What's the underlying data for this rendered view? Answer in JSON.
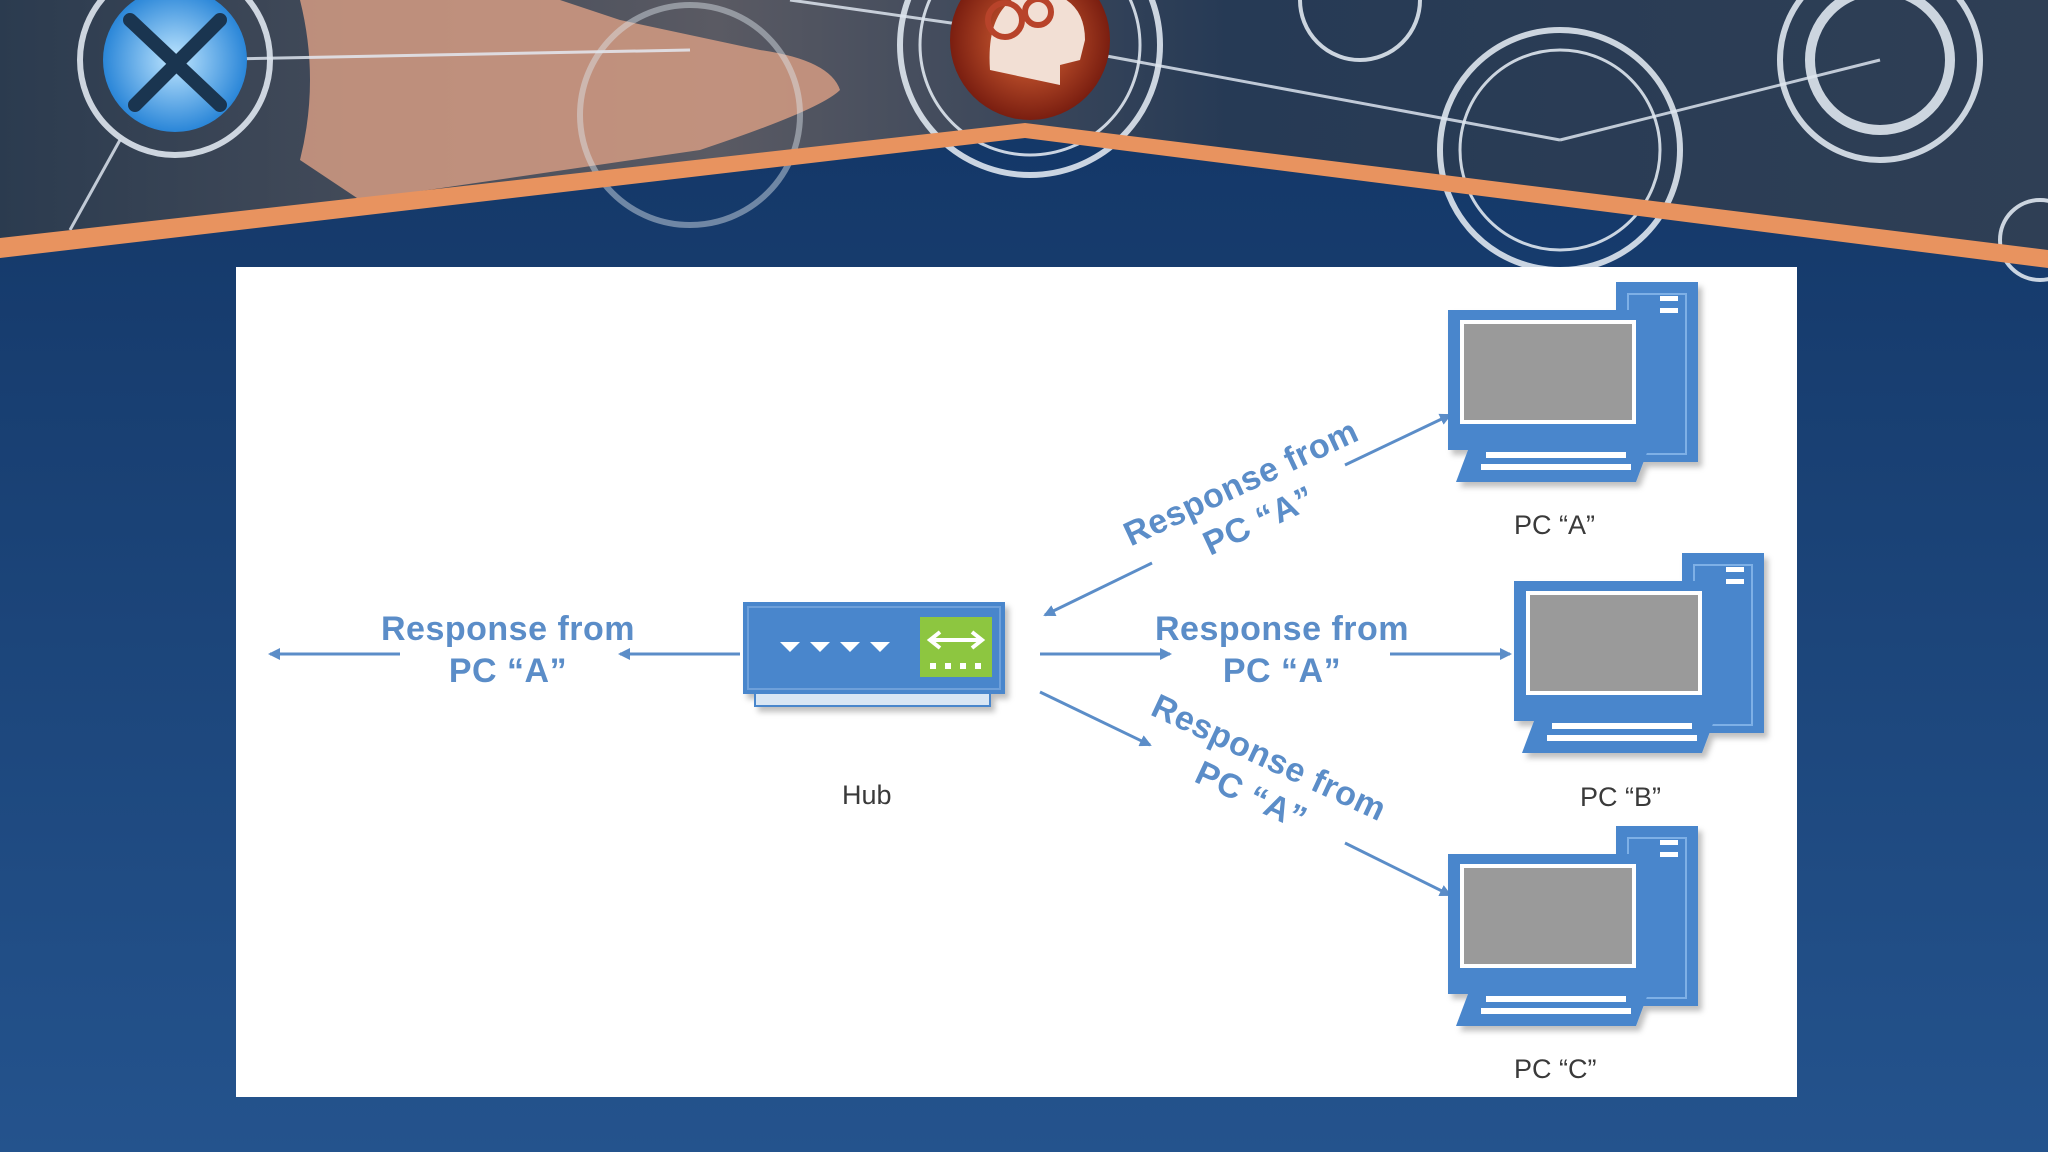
{
  "diagram": {
    "hub_label": "Hub",
    "pcs": [
      {
        "id": "a",
        "label": "PC “A”"
      },
      {
        "id": "b",
        "label": "PC “B”"
      },
      {
        "id": "c",
        "label": "PC “C”"
      }
    ],
    "edge_labels": {
      "left": {
        "line1": "Response from",
        "line2": "PC “A”"
      },
      "to_a": {
        "line1": "Response from",
        "line2": "PC “A”"
      },
      "to_b": {
        "line1": "Response from",
        "line2": "PC “A”"
      },
      "to_c": {
        "line1": "Response from",
        "line2": "PC “A”"
      }
    }
  },
  "colors": {
    "background": "#1b3f72",
    "panel": "#ffffff",
    "accent_orange": "#e8935f",
    "device_blue": "#4a86cc",
    "label_blue": "#5b8dc8",
    "screen_gray": "#9a9a9a",
    "hub_port_green": "#8dc63f"
  },
  "icons": [
    "wrench-screwdriver-icon",
    "gear-head-icon",
    "computer-icon",
    "hub-icon"
  ]
}
